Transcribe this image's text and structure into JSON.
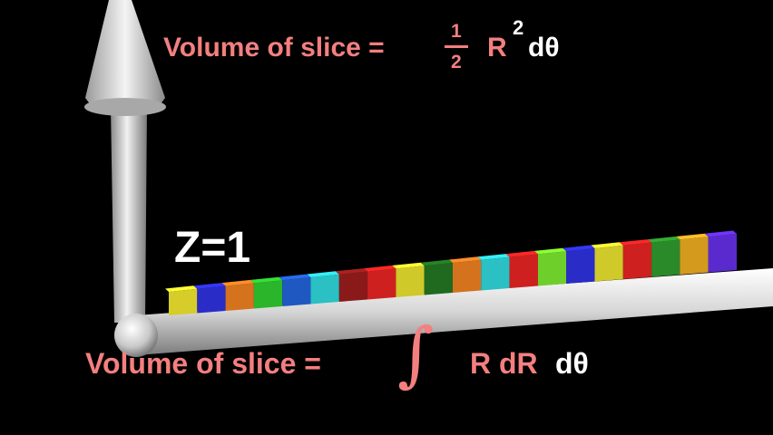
{
  "top_formula": {
    "lhs": "Volume of slice =",
    "frac_num": "1",
    "frac_den": "2",
    "r": "R",
    "exp": "2",
    "dtheta": "dθ"
  },
  "z_label": "Z=1",
  "bottom_formula": {
    "lhs": "Volume of slice =",
    "integral": "∫",
    "integrand": "R dR",
    "dtheta": "dθ"
  },
  "colors": {
    "pink": "#f47f7f",
    "white": "#ffffff",
    "background": "#000000",
    "axis": "#d8d8d8"
  },
  "cube_colors": [
    "#d6cc2a",
    "#2a2cc8",
    "#d4721e",
    "#2ab52a",
    "#1f58c0",
    "#2ac0c4",
    "#8a1a1a",
    "#cf2020",
    "#cfc92a",
    "#1f6a1f",
    "#d4721e",
    "#2ac0c4",
    "#cf2020",
    "#6fcf2a",
    "#2a2cc8",
    "#cfc92a",
    "#cf2020",
    "#2a8a2a",
    "#d49a1e",
    "#5a2acf"
  ]
}
